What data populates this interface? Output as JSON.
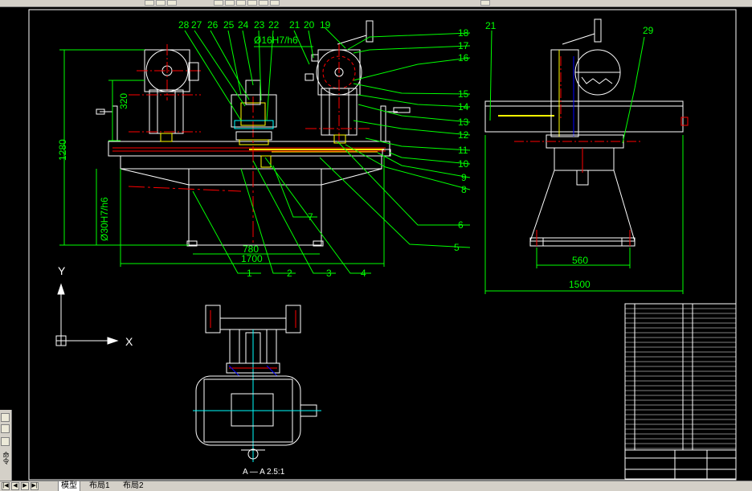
{
  "tabs": {
    "model": "模型",
    "layout1": "布局1",
    "layout2": "布局2"
  },
  "left_toolbar": {
    "label": "命令"
  },
  "drawing": {
    "front_view": {
      "balloons": [
        "28",
        "27",
        "26",
        "25",
        "24",
        "23",
        "22",
        "21",
        "20",
        "19"
      ],
      "right_balloons": [
        "18",
        "17",
        "16",
        "15",
        "14",
        "13",
        "12",
        "11",
        "10",
        "9",
        "8",
        "6",
        "5"
      ],
      "bottom_balloons": [
        "1",
        "2",
        "3",
        "4"
      ],
      "inner_balloon": "7",
      "dim_tolerance_top": "Ø16H7/h6",
      "dim_height": "1280",
      "dim_320": "320",
      "dim_tolerance_side": "Ø30H7/h6",
      "dim_780": "780",
      "dim_1700": "1700"
    },
    "side_view": {
      "balloon_21": "21",
      "balloon_29": "29",
      "dim_560": "560",
      "dim_1500": "1500"
    },
    "section_view": {
      "label": "A — A  2.5:1"
    },
    "ucs": {
      "y_label": "Y",
      "x_label": "X"
    }
  },
  "colors": {
    "background": "#000000",
    "white": "#ffffff",
    "green": "#00ff00",
    "red": "#ff0000",
    "yellow": "#ffff00",
    "cyan": "#00ffff",
    "blue": "#0000ff",
    "magenta": "#ff00ff"
  }
}
